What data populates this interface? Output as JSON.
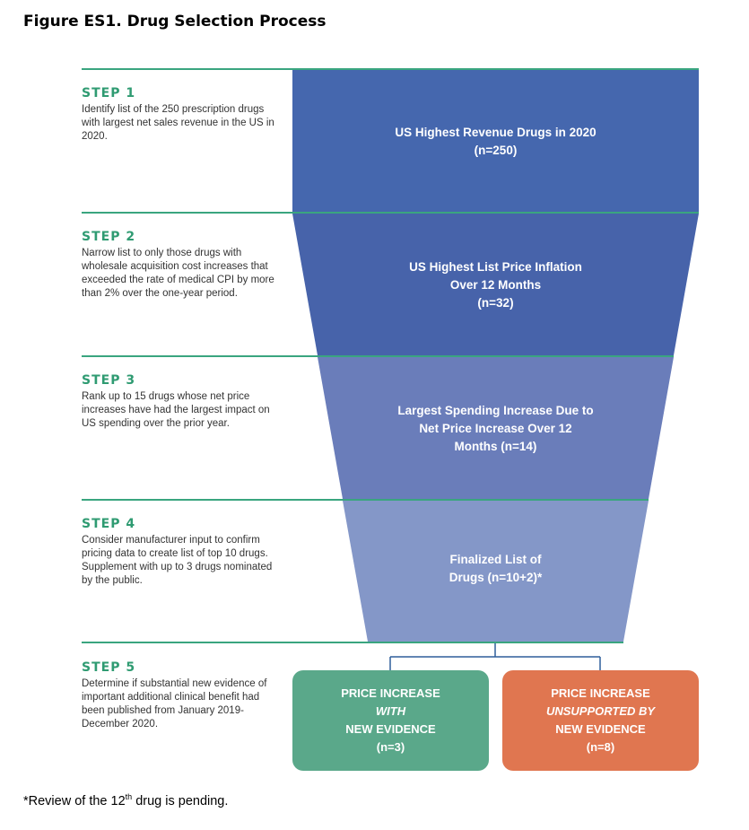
{
  "figure_title": "Figure ES1. Drug Selection Process",
  "steps": [
    {
      "label": "STEP 1",
      "text": "Identify list of the 250 prescription drugs with largest net sales revenue in the US in 2020."
    },
    {
      "label": "STEP 2",
      "text": "Narrow list to only those drugs with wholesale acquisition cost increases that exceeded the rate of medical CPI by more than 2% over the one-year period."
    },
    {
      "label": "STEP 3",
      "text": "Rank up to 15 drugs whose net price increases have had the largest impact on US spending over the prior year."
    },
    {
      "label": "STEP 4",
      "text": "Consider manufacturer input to confirm pricing data to create list of top 10 drugs. Supplement with up to 3 drugs nominated by the public."
    },
    {
      "label": "STEP 5",
      "text": "Determine if substantial new evidence of important additional clinical benefit had been published from January 2019-December 2020."
    }
  ],
  "funnel": [
    {
      "line1": "US Highest Revenue Drugs in 2020",
      "line2": "(n=250)",
      "line3": "",
      "color": "#4567ae"
    },
    {
      "line1": "US Highest List Price Inflation",
      "line2": "Over 12 Months",
      "line3": "(n=32)",
      "color": "#4763aa"
    },
    {
      "line1": "Largest Spending Increase Due to",
      "line2": "Net Price Increase Over 12",
      "line3": "Months (n=14)",
      "color": "#6a7dba"
    },
    {
      "line1": "Finalized List of",
      "line2": "Drugs (n=10+2)*",
      "line3": "",
      "color": "#8497c8"
    }
  ],
  "outcomes": [
    {
      "line1": "PRICE INCREASE",
      "line2": "WITH",
      "line3": "NEW EVIDENCE",
      "line4": "(n=3)",
      "color": "#5aa88a"
    },
    {
      "line1": "PRICE INCREASE",
      "line2": "UNSUPPORTED BY",
      "line3": "NEW EVIDENCE",
      "line4": "(n=8)",
      "color": "#e07650"
    }
  ],
  "footnote": {
    "before": "*Review of the 12",
    "sup": "th",
    "after": " drug is pending."
  },
  "colors": {
    "rule": "#3aa57f",
    "step_label": "#2f9b72",
    "connector": "#2f5f9a"
  }
}
